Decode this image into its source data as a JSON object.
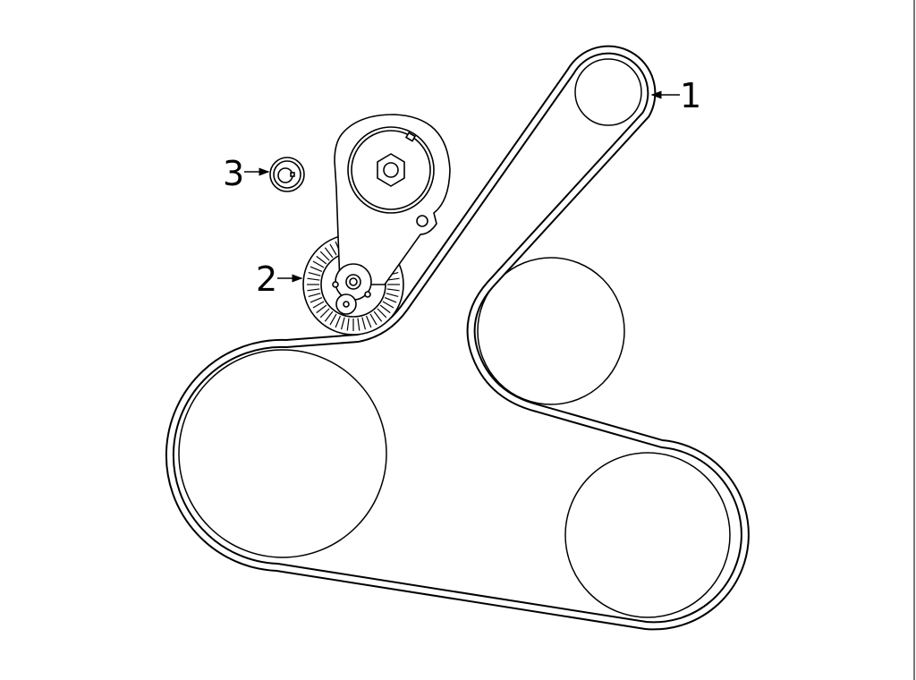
{
  "diagram": {
    "callouts": [
      {
        "number": "1",
        "part": "belt"
      },
      {
        "number": "2",
        "part": "tensioner"
      },
      {
        "number": "3",
        "part": "cap"
      }
    ]
  },
  "colors": {
    "line": "#000000",
    "background": "#ffffff"
  }
}
